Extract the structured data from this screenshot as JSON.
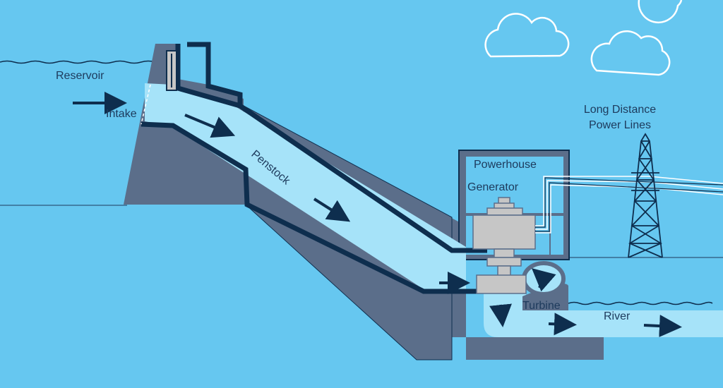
{
  "labels": {
    "reservoir": "Reservoir",
    "intake": "Intake",
    "penstock": "Penstock",
    "powerhouse": "Powerhouse",
    "generator": "Generator",
    "turbine": "Turbine",
    "river": "River",
    "power_lines_1": "Long Distance",
    "power_lines_2": "Power Lines"
  },
  "colors": {
    "sky": "#66c7f0",
    "water": "#a6e3f9",
    "concrete": "#5b6e8a",
    "dark": "#0e2e4e",
    "machine": "#c6c6c6",
    "cloud": "#ffffff"
  },
  "icons": [
    "flow-arrow-icon",
    "cloud-icon",
    "transmission-tower-icon",
    "swirl-arrow-icon"
  ]
}
